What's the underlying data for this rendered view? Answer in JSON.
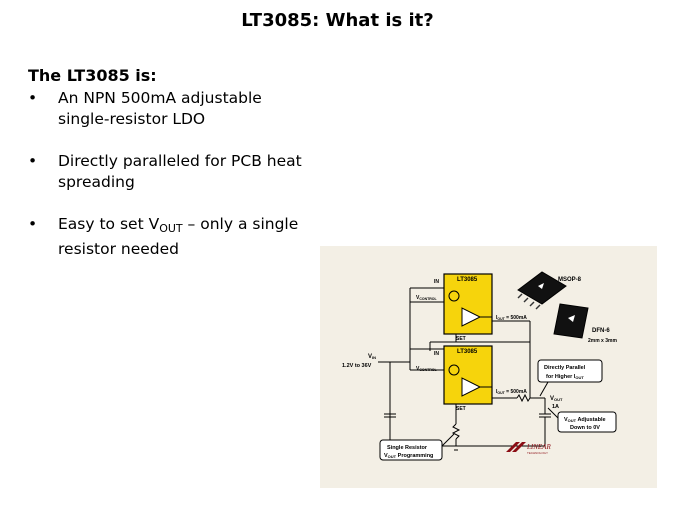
{
  "slide": {
    "title": "LT3085: What is it?",
    "subhead": "The LT3085 is:",
    "bullets": [
      {
        "marker": "•",
        "line1": "An NPN 500mA adjustable",
        "line2": "single-resistor LDO"
      },
      {
        "marker": "•",
        "line1": "Directly paralleled for PCB heat",
        "line2": "spreading"
      },
      {
        "marker": "•",
        "pre": "Easy to set V",
        "sub": "OUT",
        "post": " – only a single",
        "line2": "resistor needed"
      }
    ]
  },
  "figure": {
    "ic_name_top": "LT3085",
    "ic_name_bottom": "LT3085",
    "pin_in_top": "IN",
    "pin_in_bottom": "IN",
    "pin_set_top": "SET",
    "pin_set_bottom": "SET",
    "vcontrol_v": "V",
    "vcontrol_sub": "CONTROL",
    "iout_i": "I",
    "iout_sub": "OUT",
    "iout_val": " = 500mA",
    "vin_v": "V",
    "vin_sub": "IN",
    "vin_range": "1.2V to 36V",
    "package_msop": "MSOP-8",
    "package_dfn": "DFN-6",
    "package_dfn_size": "2mm x 3mm",
    "callout_parallel_1": "Directly Parallel",
    "callout_parallel_2": "for Higher I",
    "callout_parallel_sub": "OUT",
    "vout_v": "V",
    "vout_sub": "OUT",
    "vout_current": "1A",
    "callout_adj_1": "V",
    "callout_adj_sub": "OUT",
    "callout_adj_1b": " Adjustable",
    "callout_adj_2": "Down to 0V",
    "callout_res_1": "Single Resistor",
    "callout_res_2a": "V",
    "callout_res_sub": "OUT",
    "callout_res_2b": " Programming",
    "logo_text_1": "LINEAR",
    "logo_text_2": "TECHNOLOGY",
    "colors": {
      "chip_highlight": "#f6d40c",
      "figure_bg": "#f3efe5"
    }
  }
}
